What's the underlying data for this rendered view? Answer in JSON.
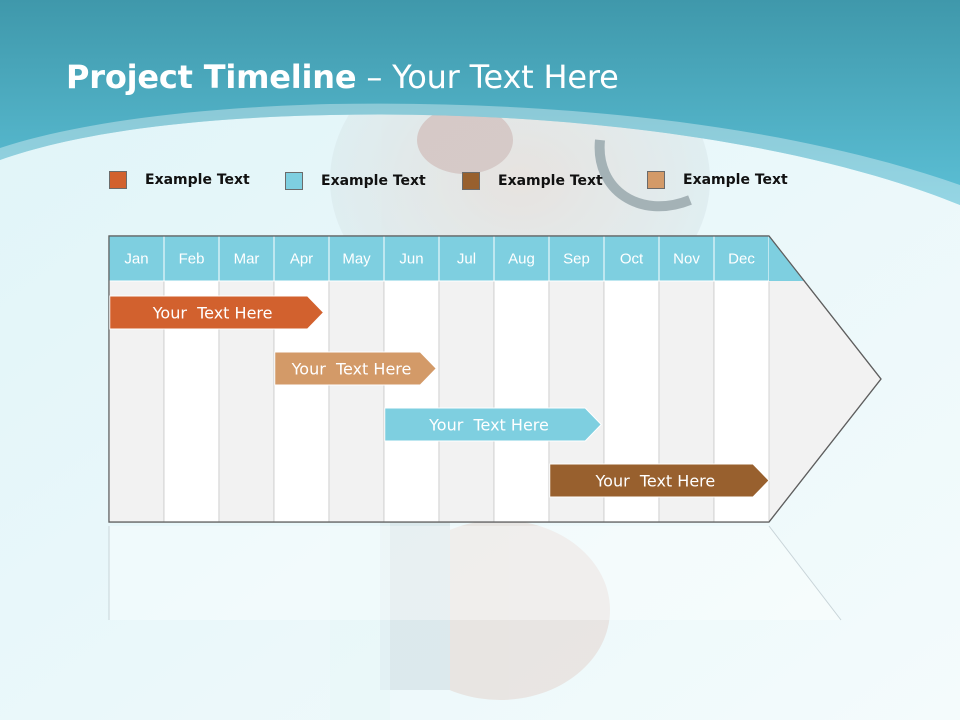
{
  "slide": {
    "title_bold": "Project Timeline",
    "title_rest": " – Your Text Here"
  },
  "legend": [
    {
      "label": "Example Text",
      "color": "#d2612e"
    },
    {
      "label": "Example Text",
      "color": "#7ecfe0"
    },
    {
      "label": "Example Text",
      "color": "#98602e"
    },
    {
      "label": "Example Text",
      "color": "#d39a68"
    }
  ],
  "timeline": {
    "months": [
      "Jan",
      "Feb",
      "Mar",
      "Apr",
      "May",
      "Jun",
      "Jul",
      "Aug",
      "Sep",
      "Oct",
      "Nov",
      "Dec"
    ],
    "header_color": "#7ecfe0",
    "tasks": [
      {
        "label": "Your  Text Here",
        "start": 1.05,
        "end": 4.9,
        "color": "#d2612e"
      },
      {
        "label": "Your  Text Here",
        "start": 4.05,
        "end": 6.95,
        "color": "#d39a68"
      },
      {
        "label": "Your  Text Here",
        "start": 6.05,
        "end": 9.95,
        "color": "#7ecfe0"
      },
      {
        "label": "Your  Text Here",
        "start": 9.05,
        "end": 13.0,
        "color": "#98602e"
      }
    ]
  }
}
